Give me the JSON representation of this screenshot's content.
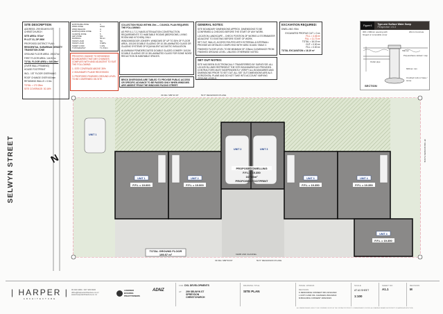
{
  "site_description": {
    "title": "SITE DESCRIPTION",
    "address": "ADDRESS: 299 SELWYN ST, CHRISTCHURCH",
    "site_area": "SITE AREA: 571m²",
    "legal": "Pt LOT 31, DP 2606",
    "zone_label": "PROPOSED DISTRICT PLAN:",
    "zone": "RESIDENTIAL SUBURBAN DENSITY TRANSITION ZONE",
    "ground_floor": "GROUND FLOOR AREA: 195.57m²",
    "first_floor": "FIRST FLOOR AREA: 144.92m²",
    "total_floor": "TOTAL FLOOR AREA = 340.49m²",
    "total_note": "(OVER WALL FRAMING)",
    "footprint": "HOUSE FOOTPRINT",
    "footprint_note": "INCL. 1ST FLOOR OVERHANG",
    "roof": "ROOF CHANGE OVER 600mm",
    "retaining": "RETAINING WALLS < 0.5m",
    "total": "TOTAL = 172.25m²",
    "coverage": "SITE COVERAGE: 30.16%"
  },
  "exposure": {
    "rows": [
      [
        "EXPOSURE ZONE",
        "C"
      ],
      [
        "WIND ZONE",
        "HIGH"
      ],
      [
        "WIND REGION",
        "A"
      ],
      [
        "EARTHQUAKE ZONE",
        "3"
      ],
      [
        "CLIMATE ZONE",
        "5"
      ],
      [
        "LEP ZONE",
        "NIL"
      ],
      [
        "RAINFALL",
        "50mm"
      ],
      [
        "SNOW LOAD",
        "NA"
      ],
      [
        "SNOW LOAD",
        "0.9kPa"
      ],
      [
        "SHEET LOAD",
        "1 kPa"
      ],
      [
        "TOPOGRAPHY",
        "T1 (T&C)"
      ]
    ]
  },
  "red_notes": [
    "PROCESS CHANGE TO DESIGNING BOUNDARIES THAT ANY CHANGES COMPLIES WITH AND ADJACENT TO SUIT THE FOLLOWING:",
    "1. SITE COVERAGE ABOVE 35%",
    "2. BOUNDARY PLANE RECESSION",
    "3. PROPOSED FINISHED GROUND LEVEL TO BE CONFIRMED ON SITE"
  ],
  "collection": {
    "heading": "COLLECTION ROAD WITHIN 20m — COUNCIL PLAN REQUIRES THE FOLLOWING:",
    "p1": "AS PER 6.1.7.2.2 MASS ATTENUATION CONSTRUCTION REQUIREMENTS TO HABITABLE ROOMS (BEDROOMS, LIVING ROOM AND KITCHEN) ONLY.",
    "p2": "WINDOWS/DOOR JOINERY: WINDOWS OF UP TO 35% OF FLOOR AREA, 10/12/6 DOUBLE GLAZING OR 10.38 LAMINATED GLASS OR GLAZING SYSTEMS OF EQUIVALENT ACOUSTIC INSULATION.",
    "p3": "ALUMINIUM POWDERCOATED DOUBLE GLAZED JOINERY 10/12/6 DOUBLE GLAZING OR 10.38 LAMINATED GLASS FOR SOME NOISE REDUCTION IN HABITABLE SPACES.",
    "note": "BRICK DIVERSIONS ARE TABLED TO PROVIDE PUBLIC ACCESS OR SPECIFIC ADVANCE TO BE PASSED ONLY WHEN WINDOWS ARE ABSENT FROM THE WINDOWS FACING STREET."
  },
  "general_notes": {
    "title": "GENERAL NOTES:",
    "items": [
      "SITE BOUNDARY DIMENSIONS APPROX. DIMENSIONS TO BE CONFIRMED & CHECKED BEFORE THE START OF ANY WORK.",
      "LOCATION LANDSCAPE – CHECK POSITION OF WORKS & STORMWATER ADJACENT TO EXISTING BEFORE START OF WORK.",
      "SET OUT, WALLS, ACCESS ROUTED WITH EXTERNAL & INTERNALL PROVIDE AS DETAILED COMPLYING WITH NZBC D1/AS1 TABLE 2.",
      "FINISHED FLOOR LEVEL TO BE MINIMUM OF 225mm CLEARANCE FROM FINISHED GROUND LEVEL, UNLESS OTHERWISE NOTED."
    ]
  },
  "set_out_notes": {
    "title": "SET OUT NOTES:",
    "text": "SITE HAS BEEN ELECTRONICALLY TRANSFERRED BY SURVEYOR. ALL LOCATION LINES REPRESENT THE SITE BOUNDARIES AS PROVIDED. CONTRACTORS MUST INDEPENDENTLY VERIFY ALL BOUNDARIES AND DIMENSIONS PRIOR TO SET OUT. ALL SET OUT DIMENSIONS ARE ALS HORIZONTAL PLANE AND DO NOT TAKE INTO ACCOUNT VARYING GROUND LEVELS."
  },
  "excavation": {
    "title": "EXCAVATION REQUIRED:",
    "dwelling": "DWELLING: 95m",
    "rows": [
      "EXCAVATED PROFILE  CUT = 0 m³",
      "FILL = 4.46 m³",
      "FILL = 11.73 m³",
      "TOTAL = 16.19 m³",
      "CUT = 0.00 m³",
      "FILL = 0.00 m³"
    ],
    "total": "TOTAL EXCAVATION = 16.19 m³"
  },
  "figure": {
    "num": "Figure 6",
    "title": "Type-one Surface Water Sump",
    "subtitle": "Perspective 1:5-3",
    "labels": [
      "300 x 300mm opening with hinged or removable cover",
      "20mm Concrete",
      "Polyurethane slotted / cap",
      "Outlet pipe",
      "Top rec",
      "600mm min",
      "Crushed rock or base / sump"
    ],
    "section": "SECTION"
  },
  "plan": {
    "street": "SELWYN STREET",
    "top_dim": "33.69m   S89°41'40\"",
    "top_plane": "50.5° RECESSION PLANE",
    "bottom_dim": "33.69m   S89°53'20\"",
    "bottom_plane": "50.5° RECESSION PLANE",
    "kerb": "KERB AND CHANNEL",
    "side_plane": "45° RECESSION PLANE",
    "total_ground": "TOTAL GROUND FLOOR",
    "total_ground_val": "195.57 m²",
    "dwelling": "PROPOSED DWELLING",
    "dwelling_ffl": "F.F.L = 19.350",
    "dwelling_area": "167.36m²",
    "footprint": "PROPOSED FOOTPRINT",
    "units": [
      {
        "name": "UNIT 1",
        "ffl": "F.F.L = 19.000"
      },
      {
        "name": "UNIT 2",
        "ffl": "F.F.L = 19.000"
      },
      {
        "name": "UNIT 3",
        "ffl": "F.F.L = 19.350"
      },
      {
        "name": "UNIT 4",
        "ffl": "F.F.L = 19.350"
      },
      {
        "name": "UNIT 4",
        "ffl": "F.F.L = 19.350"
      }
    ],
    "garage_units": [
      "UNIT 2",
      "UNIT 3"
    ],
    "carpark_unit": "UNIT 1"
  },
  "title_block": {
    "firm": "HARPER",
    "firm_sub": "ARCHITECTURE",
    "contact": [
      "03 943 4001 / 027 329 9020",
      "office@harperarchitecture.co.nz",
      "www.harperarchitecture.co.nz"
    ],
    "lbp": "LICENSED BUILDING PRACTITIONERS",
    "adnz": "ADNZ",
    "for_label": "FOR:",
    "client": "DXL DEVELOPMENTS",
    "at_label": "AT:",
    "site": [
      "299 SELWYN ST",
      "SPREYDON",
      "CHRISTCHURCH"
    ],
    "drawing_title_label": "DRAWING TITLE",
    "drawing_title": "SITE PLAN",
    "issue": "ISSUE: 18/02/23",
    "revision_label": "REVISION",
    "revisions": [
      "K  RESOURCE CONSENT RFI   23/11/2022",
      "L  UNIT 4 AND FFL CHANGES   29/12/2022",
      "M  BUILDING CONSENT   18/02/2023"
    ],
    "scale_label": "SCALE",
    "scale_sheet": "AT A3 SHEET",
    "scale": "1:100",
    "sheet_label": "SHEET NO",
    "sheet": "A1.1",
    "rev_label": "REVISION",
    "rev": "M",
    "disclaimer": "ALL DIMENSIONS AND LEVELS TO BE CONFIRMED ON SITE BY THE CONTRACTOR PRIOR TO COMMENCEMENT OF WORK. ALL DRAWINGS REMAIN THE PROPERTY OF HARPER ARCHITECTURE."
  }
}
